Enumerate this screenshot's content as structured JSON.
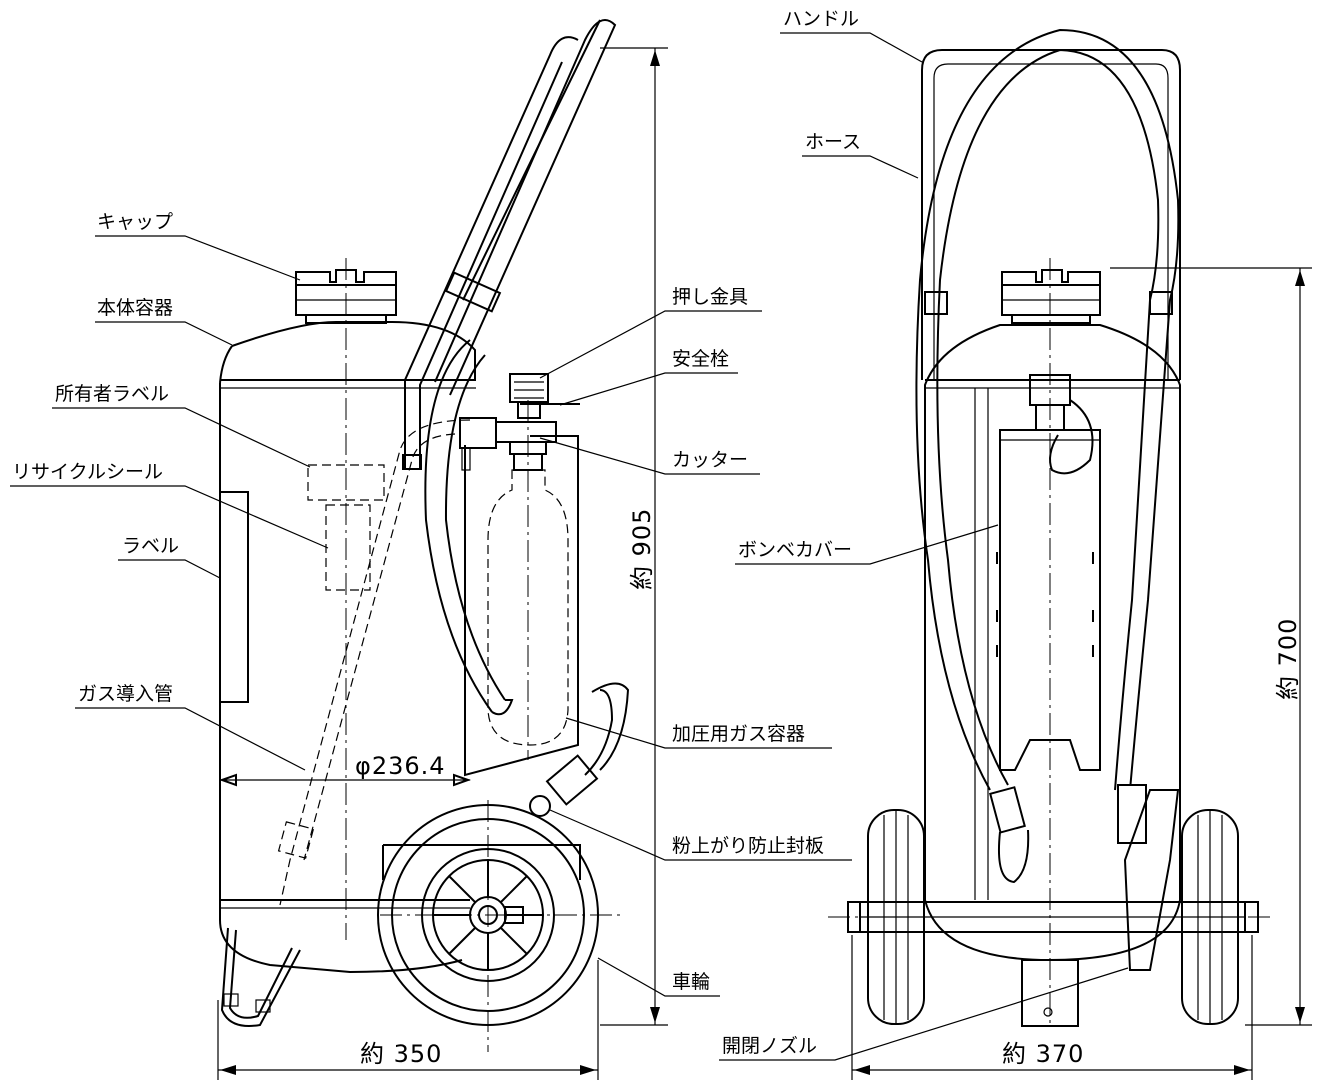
{
  "labels_left": {
    "cap": "キャップ",
    "body": "本体容器",
    "owner_label": "所有者ラベル",
    "recycle_seal": "リサイクルシール",
    "label": "ラベル",
    "gas_tube": "ガス導入管",
    "press_fitting": "押し金具",
    "safety_pin": "安全栓",
    "cutter": "カッター",
    "gas_container": "加圧用ガス容器",
    "anti_powder_seal": "粉上がり防止封板",
    "wheel": "車輪"
  },
  "labels_right": {
    "handle": "ハンドル",
    "hose": "ホース",
    "cylinder_cover": "ボンベカバー",
    "nozzle": "開閉ノズル"
  },
  "dimensions": {
    "diameter": "φ236.4",
    "height_total": "約 905",
    "height_body": "約 700",
    "width_left": "約 350",
    "width_right": "約 370"
  }
}
